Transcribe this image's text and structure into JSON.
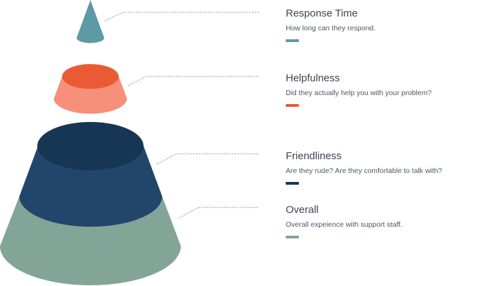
{
  "diagram": {
    "items": [
      {
        "title": "Response Time",
        "description": "How long can they respond.",
        "color": "#5e9aa4",
        "top_color": "#3f7f8b"
      },
      {
        "title": "Helpfulness",
        "description": "Did they actually help you with your problem?",
        "color": "#f6907a",
        "top_color": "#ea5b35"
      },
      {
        "title": "Friendliness",
        "description": "Are they rude? Are they comfortable to talk with?",
        "color": "#22466b",
        "top_color": "#173654"
      },
      {
        "title": "Overall",
        "description": "Overall expeience with support staff.",
        "color": "#83a598",
        "top_color": "#6e9285"
      }
    ],
    "leader_color": "#8c98a4"
  }
}
